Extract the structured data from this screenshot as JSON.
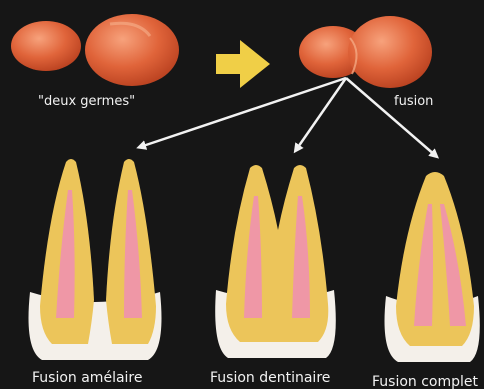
{
  "labels": {
    "two_germs": "\"deux germes\"",
    "fusion": "fusion",
    "enamel_fusion": "Fusion amélaire",
    "dentin_fusion": "Fusion dentinaire",
    "complete_fusion": "Fusion complet"
  },
  "colors": {
    "background": "#161616",
    "germ": "#e0643a",
    "arrow": "#f0cf47",
    "enamel": "#f4f0ea",
    "dentin": "#ecc55a",
    "pulp": "#ef97a6"
  }
}
